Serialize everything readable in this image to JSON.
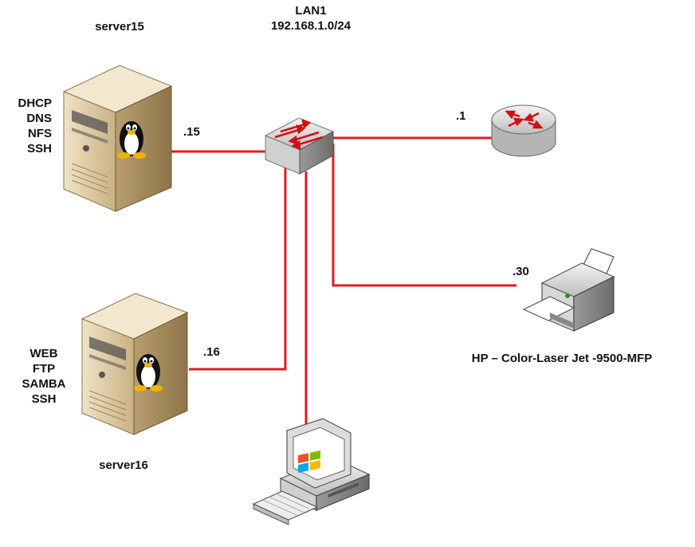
{
  "network": {
    "name": "LAN1",
    "subnet": "192.168.1.0/24"
  },
  "colors": {
    "link": "#e01b24",
    "server_body": "#d8c59e",
    "text": "#111111"
  },
  "devices": {
    "server15": {
      "name": "server15",
      "ip_suffix": ".15",
      "services": [
        "DHCP",
        "DNS",
        "NFS",
        "SSH"
      ],
      "icon": "linux-server-icon"
    },
    "server16": {
      "name": "server16",
      "ip_suffix": ".16",
      "services": [
        "WEB",
        "FTP",
        "SAMBA",
        "SSH"
      ],
      "icon": "linux-server-icon"
    },
    "router": {
      "ip_suffix": ".1",
      "icon": "router-icon"
    },
    "printer": {
      "ip_suffix": ".30",
      "name": "HP – Color-Laser Jet -9500-MFP",
      "icon": "printer-icon"
    },
    "workstation": {
      "icon": "windows-pc-icon"
    },
    "switch": {
      "icon": "switch-icon"
    }
  }
}
